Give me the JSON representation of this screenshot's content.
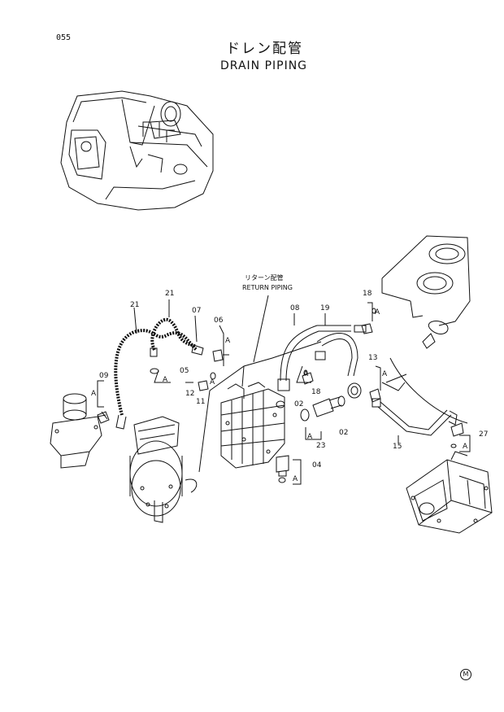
{
  "page_number": "055",
  "title_jp": "ドレン配管",
  "title_en": "DRAIN  PIPING",
  "return_piping_jp": "リターン配管",
  "return_piping_en": "RETURN  PIPING",
  "callouts": [
    "21",
    "21",
    "07",
    "06",
    "05",
    "09",
    "12",
    "11",
    "08",
    "19",
    "18",
    "18",
    "13",
    "02",
    "02",
    "23",
    "04",
    "15",
    "27"
  ],
  "ref_marker": "A",
  "manufacturer_mark": "M"
}
